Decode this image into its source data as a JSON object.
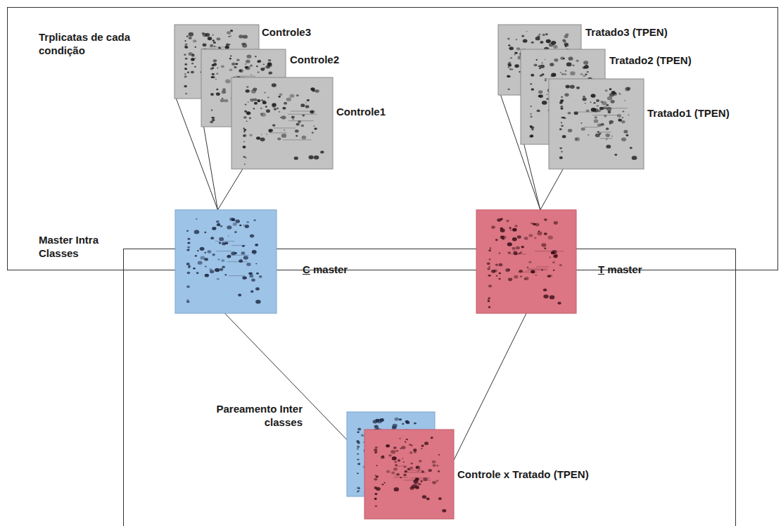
{
  "diagram": {
    "nodes": [
      {
        "text": [
          "Controle3"
        ]
      },
      {
        "text": [
          "Controle2"
        ]
      },
      {
        "text": [
          "Controle1"
        ]
      },
      {
        "text": [
          "Tratado3 (TPEN)"
        ]
      },
      {
        "text": [
          "Tratado2 (TPEN)"
        ]
      },
      {
        "text": [
          "Tratado1 (TPEN)"
        ]
      },
      {
        "text": [
          "C master"
        ]
      },
      {
        "text": [
          "T master"
        ]
      },
      {
        "text": [
          "Controle x Tratado (TPEN)"
        ]
      }
    ],
    "edges": [
      {
        "from": 0,
        "to": 6,
        "arrow": "none"
      },
      {
        "from": 1,
        "to": 6,
        "arrow": "none"
      },
      {
        "from": 2,
        "to": 6,
        "arrow": "none"
      },
      {
        "from": 3,
        "to": 7,
        "arrow": "none"
      },
      {
        "from": 4,
        "to": 7,
        "arrow": "none"
      },
      {
        "from": 5,
        "to": 7,
        "arrow": "none"
      },
      {
        "from": 6,
        "to": 8,
        "arrow": "none"
      },
      {
        "from": 7,
        "to": 8,
        "arrow": "none"
      }
    ],
    "labels": [
      "Trplicatas de cada condição",
      "Master Intra Classes",
      "Pareamento Inter classes"
    ]
  }
}
